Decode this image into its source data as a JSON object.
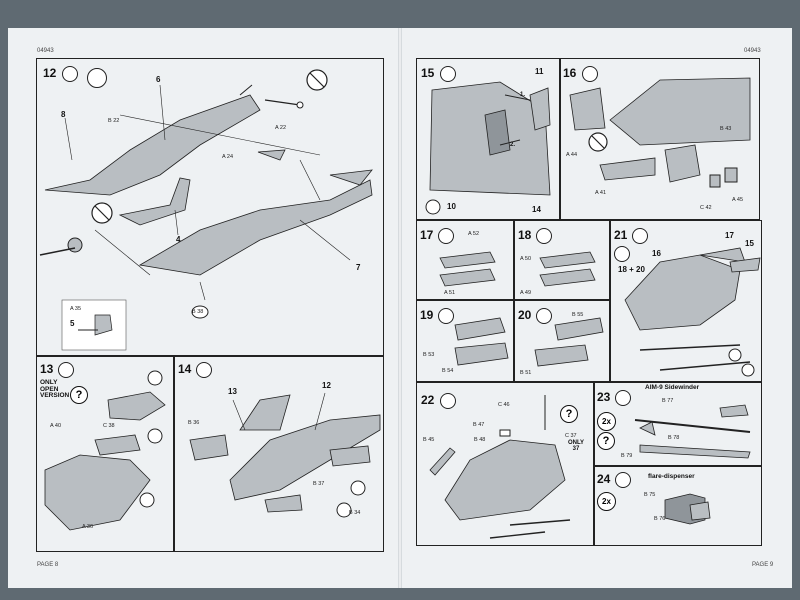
{
  "left_page": {
    "code": "04943",
    "page_label": "PAGE 8",
    "steps": [
      {
        "number": "12",
        "parts": [
          "6",
          "8",
          "4",
          "5",
          "7"
        ],
        "refs": [
          "B 22",
          "A 22",
          "A 24",
          "A 35",
          "B 38"
        ]
      },
      {
        "number": "13",
        "note": "ONLY OPEN VERSION",
        "parts": [],
        "refs": [
          "A 40",
          "C 38",
          "A 36"
        ]
      },
      {
        "number": "14",
        "parts": [
          "13",
          "12"
        ],
        "refs": [
          "B 36",
          "B 37",
          "B 34"
        ]
      }
    ]
  },
  "right_page": {
    "code": "04943",
    "page_label": "PAGE 9",
    "steps": [
      {
        "number": "15",
        "parts": [
          "11",
          "1.",
          "2.",
          "10",
          "14"
        ]
      },
      {
        "number": "16",
        "refs": [
          "A 44",
          "A 41",
          "B 43",
          "C 42",
          "A 45"
        ]
      },
      {
        "number": "17",
        "refs": [
          "A 52",
          "A 51"
        ]
      },
      {
        "number": "18",
        "refs": [
          "A 50",
          "A 49"
        ]
      },
      {
        "number": "19",
        "refs": [
          "B 53",
          "B 54"
        ]
      },
      {
        "number": "20",
        "refs": [
          "B 55",
          "B 51"
        ]
      },
      {
        "number": "21",
        "subparts": "18 + 20",
        "parts": [
          "16",
          "17",
          "15"
        ]
      },
      {
        "number": "22",
        "note": "ONLY 37",
        "refs": [
          "C 46",
          "B 47",
          "B 48",
          "B 45",
          "C 37"
        ]
      },
      {
        "number": "23",
        "title": "AIM-9 Sidewinder",
        "multiplier": "2x",
        "refs": [
          "B 77",
          "B 78",
          "B 79"
        ]
      },
      {
        "number": "24",
        "title": "flare-dispenser",
        "multiplier": "2x",
        "refs": [
          "B 75",
          "B 76"
        ]
      }
    ]
  }
}
